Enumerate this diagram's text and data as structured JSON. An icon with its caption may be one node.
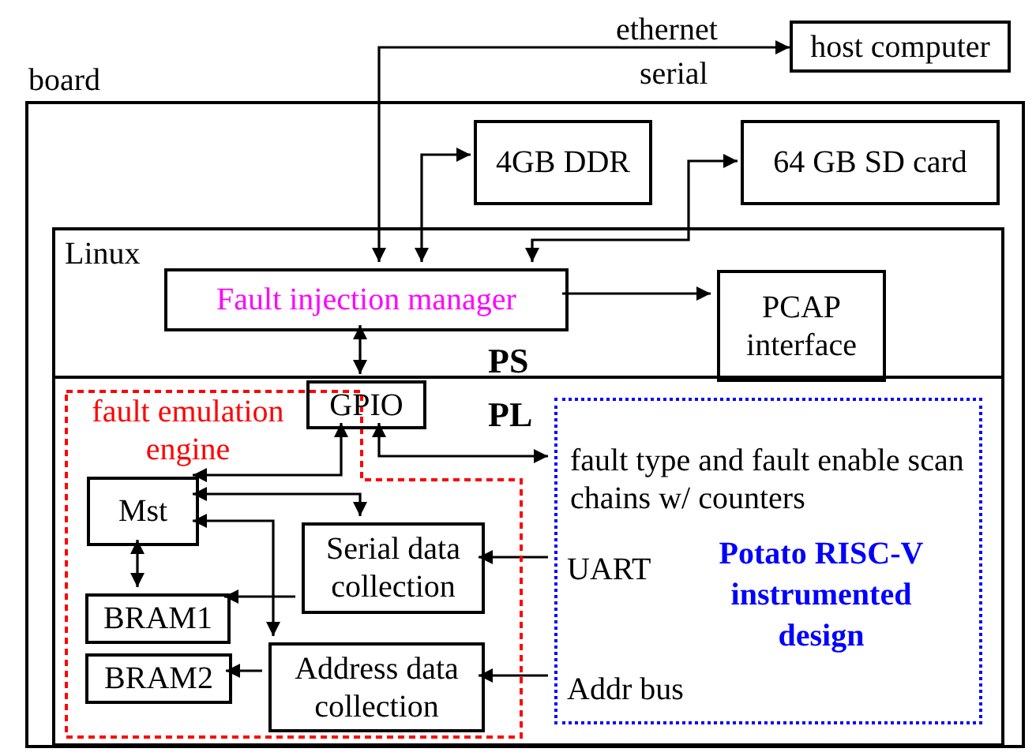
{
  "diagram": {
    "nodes": [
      {
        "text": [
          "host computer"
        ]
      },
      {
        "text": [
          "board"
        ]
      },
      {
        "text": [
          "4GB DDR"
        ],
        "in": 1
      },
      {
        "text": [
          "64 GB SD card"
        ],
        "in": 1
      },
      {
        "text": [
          "Linux",
          "PS"
        ],
        "in": 1
      },
      {
        "text": [
          "Fault injection manager"
        ],
        "in": 4
      },
      {
        "text": [
          "PCAP interface"
        ],
        "in": 4
      },
      {
        "text": [
          "PL"
        ],
        "in": 1
      },
      {
        "text": [
          "fault emulation engine"
        ],
        "in": 7
      },
      {
        "text": [
          "GPIO"
        ],
        "in": 7
      },
      {
        "text": [
          "Mst"
        ],
        "in": 8
      },
      {
        "text": [
          "Serial data collection"
        ],
        "in": 8
      },
      {
        "text": [
          "BRAM1"
        ],
        "in": 8
      },
      {
        "text": [
          "BRAM2"
        ],
        "in": 8
      },
      {
        "text": [
          "Address data collection"
        ],
        "in": 8
      },
      {
        "text": [
          "fault type and fault enable scan chains w/ counters",
          "UART",
          "Potato RISC-V instrumented design",
          "Addr bus"
        ],
        "in": 7
      }
    ],
    "edges": [
      {
        "from": 5,
        "to": 0,
        "arrow": "both"
      },
      {
        "from": 5,
        "to": 2,
        "arrow": "both"
      },
      {
        "from": 5,
        "to": 3,
        "arrow": "both"
      },
      {
        "from": 5,
        "to": 6,
        "arrow": "to"
      },
      {
        "from": 5,
        "to": 9,
        "arrow": "both"
      },
      {
        "from": 9,
        "to": 10,
        "arrow": "both"
      },
      {
        "from": 9,
        "to": 15,
        "arrow": "both"
      },
      {
        "from": 10,
        "to": 11,
        "arrow": "both"
      },
      {
        "from": 10,
        "to": 14,
        "arrow": "both"
      },
      {
        "from": 10,
        "to": 12,
        "arrow": "both"
      },
      {
        "from": 11,
        "to": 12,
        "arrow": "to"
      },
      {
        "from": 14,
        "to": 13,
        "arrow": "to"
      },
      {
        "from": 15,
        "to": 11,
        "arrow": "to"
      },
      {
        "from": 15,
        "to": 14,
        "arrow": "to"
      }
    ],
    "labels": [
      "ethernet",
      "serial"
    ]
  }
}
